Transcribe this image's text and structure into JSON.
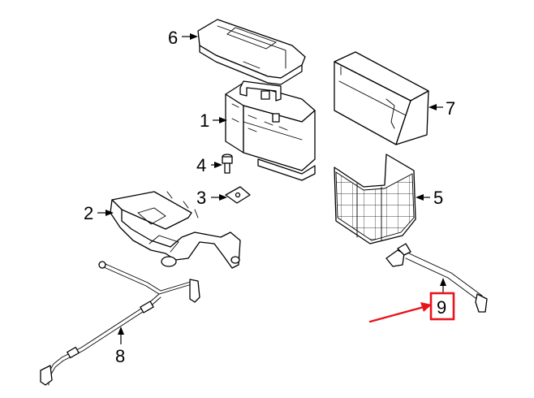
{
  "callouts": {
    "c1": "1",
    "c2": "2",
    "c3": "3",
    "c4": "4",
    "c5": "5",
    "c6": "6",
    "c7": "7",
    "c8": "8",
    "c9": "9"
  },
  "colors": {
    "line": "#000000",
    "background": "#ffffff",
    "highlight": "#e8141c"
  },
  "highlighted_callout": "9"
}
